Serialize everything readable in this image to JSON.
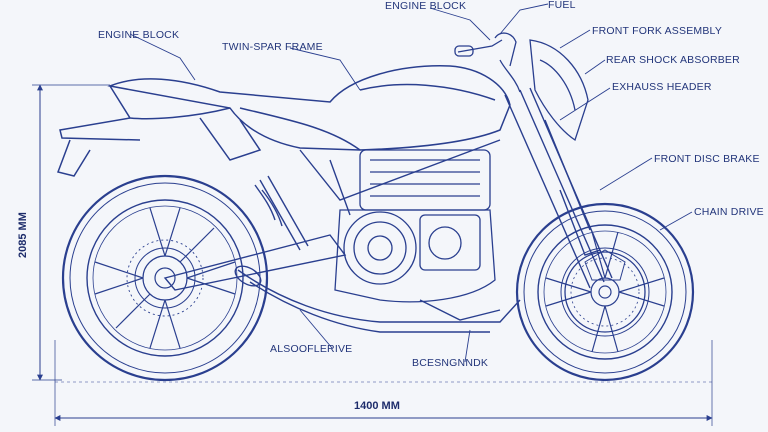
{
  "labels": {
    "engine_block_top": "ENGINE BLOCK",
    "fuel": "FUEL",
    "engine_block": "ENGINE BLOCK",
    "twin_spar_frame": "TWIN-SPAR FRAME",
    "front_fork_assembly": "FRONT FORK ASSEMBLY",
    "rear_shock_absorber": "REAR SHOCK ABSORBER",
    "exhaust_header": "EXHAUSS HEADER",
    "front_disc_brake": "FRONT DISC BRAKE",
    "chain_drive": "CHAIN DRIVE",
    "bottom_left": "ALSOOFLERIVE",
    "bottom_center": "BCESNGNNDK"
  },
  "dimensions": {
    "height": "2085 MM",
    "length": "1400 MM"
  },
  "colors": {
    "ink": "#2a3f8f",
    "ink_light": "#6f82c4",
    "background": "#f4f6fa"
  }
}
